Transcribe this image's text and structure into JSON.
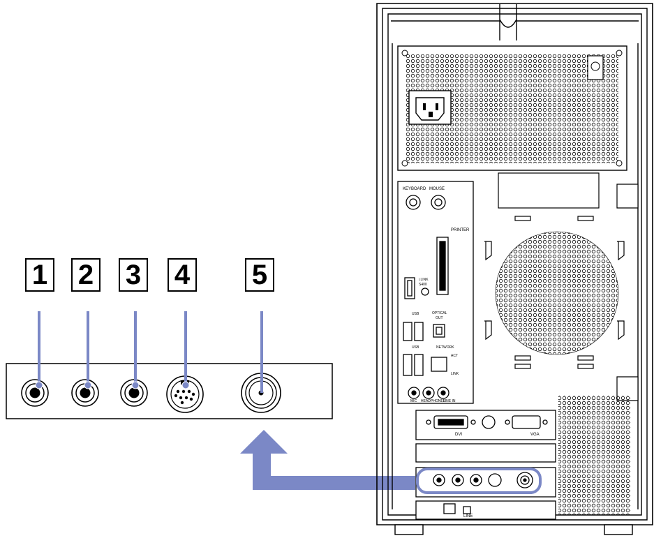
{
  "callouts": [
    "1",
    "2",
    "3",
    "4",
    "5"
  ],
  "accent_color": "#7b88c6",
  "pc_labels": {
    "keyboard": "KEYBOARD",
    "mouse": "MOUSE",
    "printer": "PRINTER",
    "ilink": "i.LINK",
    "ilink_speed": "S400",
    "usb_upper": "USB",
    "optical": "OPTICAL",
    "optical_out": "OUT",
    "usb_lower": "USB",
    "network": "NETWORK",
    "act": "ACT",
    "link": "LINK",
    "mic": "MIC",
    "headphones": "HEADPHONES",
    "line_in": "LINE IN",
    "dvi": "DVI",
    "vga": "VGA",
    "line": "LINE"
  }
}
